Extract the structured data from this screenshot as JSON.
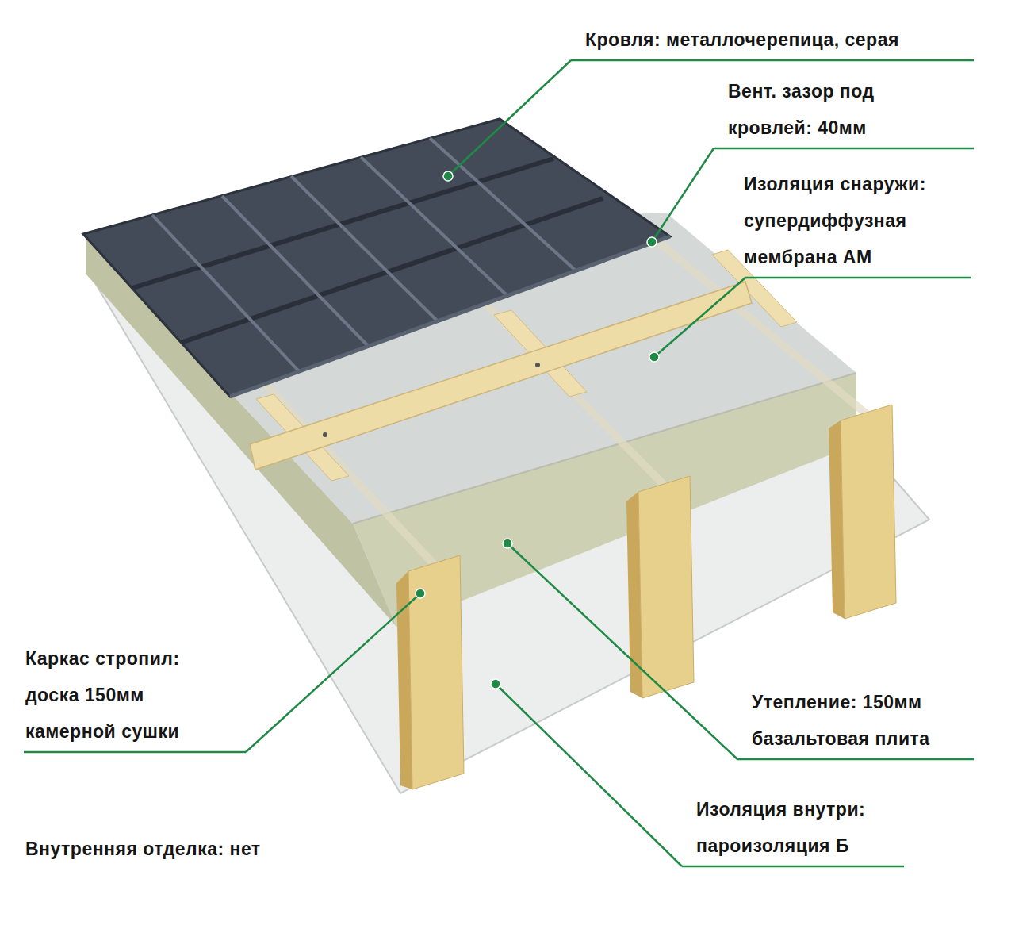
{
  "diagram": {
    "labels": [
      "Кровля: металлочерепица, серая",
      "Вент. зазор под кровлей: 40мм",
      "Изоляция снаружи: супердиффузная мембрана АМ",
      "Каркас стропил: доска 150мм камерной сушки",
      "Утепление: 150мм базальтовая плита",
      "Изоляция внутри: пароизоляция Б",
      "Внутренняя отделка: нет"
    ]
  }
}
